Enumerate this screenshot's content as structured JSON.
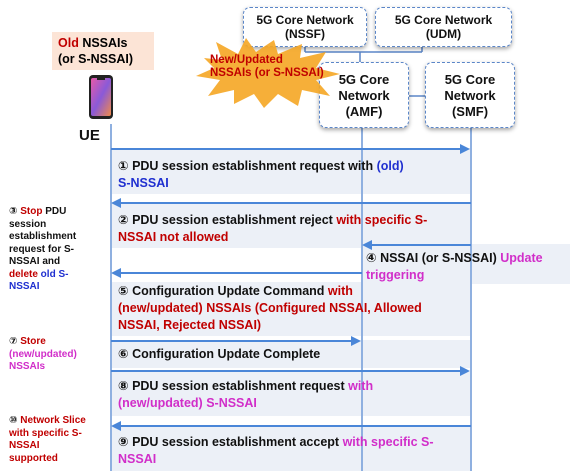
{
  "colors": {
    "red": "#c00000",
    "blue": "#1f2fd0",
    "magenta": "#d12ec9",
    "line": "#4a86d8",
    "box_border": "#5b86c8",
    "band": "#ecf0f7"
  },
  "top_boxes": {
    "nssf": {
      "line1": "5G Core Network",
      "line2": "(NSSF)"
    },
    "udm": {
      "line1": "5G Core Network",
      "line2": "(UDM)"
    },
    "amf": {
      "line1": "5G Core",
      "line2": "Network",
      "line3": "(AMF)"
    },
    "smf": {
      "line1": "5G Core",
      "line2": "Network",
      "line3": "(SMF)"
    }
  },
  "ue": {
    "label": "UE",
    "nssai_old": "Old",
    "nssai_rest": " NSSAIs",
    "nssai_line2": "(or S-NSSAI)"
  },
  "burst": {
    "line1": "New/Updated",
    "line2": "NSSAIs (or S-NSSAI)",
    "icon": "starburst-icon"
  },
  "messages": {
    "m1": {
      "num": "①",
      "text": " PDU session establishment request with ",
      "old": "(old)",
      "line2": "S-NSSAI"
    },
    "m2": {
      "num": "②",
      "text": " PDU session establishment reject ",
      "red1": "with specific S-",
      "red2": "NSSAI not allowed"
    },
    "m4": {
      "num": "④",
      "text": " NSSAI (or S-NSSAI) ",
      "mag1": "Update",
      "mag2": "triggering"
    },
    "m5": {
      "num": "⑤",
      "text": " Configuration Update Command ",
      "red1": "with",
      "red2": "(new/updated) NSSAIs (Configured NSSAI, Allowed",
      "red3": "NSSAI, Rejected NSSAI)"
    },
    "m6": {
      "num": "⑥",
      "text": " Configuration Update Complete"
    },
    "m8": {
      "num": "⑧",
      "text": " PDU session establishment request ",
      "mag1": "with",
      "mag2": "(new/updated) S-NSSAI"
    },
    "m9": {
      "num": "⑨",
      "text": " PDU session establishment accept ",
      "mag1": "with specific S-",
      "mag2": "NSSAI"
    }
  },
  "side_notes": {
    "n3": {
      "num": "③",
      "red1": " Stop",
      "text1": " PDU",
      "text2": "session",
      "text3": "establishment",
      "text4": "request for S-",
      "text5": "NSSAI and",
      "red2": "delete",
      "blue1": " old S-",
      "blue2": "NSSAI"
    },
    "n7": {
      "num": "⑦",
      "red1": " Store",
      "mag1": "(new/updated)",
      "mag2": "NSSAIs"
    },
    "n10": {
      "num": "⑩",
      "red1": " Network Slice",
      "red2": "with specific S-",
      "red3": "NSSAI",
      "red4": "supported"
    }
  }
}
